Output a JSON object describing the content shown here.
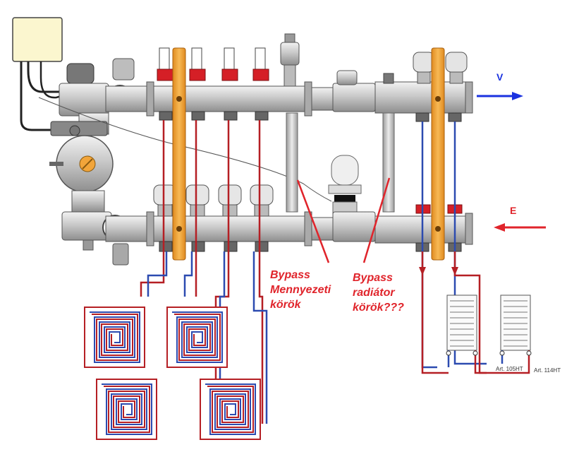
{
  "annotations": {
    "bypass_ceiling": [
      "Bypass",
      "Mennyezeti",
      "körök"
    ],
    "bypass_radiator": [
      "Bypass",
      "radiátor",
      "körök???"
    ]
  },
  "flow_labels": {
    "supply": "V",
    "return": "E"
  },
  "part_labels": {
    "radiator_1": "Art. 105HT",
    "radiator_2": "Art. 114HT"
  },
  "colors": {
    "annotation": "#e0242b",
    "supply_arrow": "#1a32e0",
    "return_arrow": "#e0242b",
    "hot_pipe": "#b51f24",
    "cold_pipe": "#2c4bb0",
    "bracket": "#f2a53a",
    "manifold": "#c8c8c8"
  },
  "icons": [
    "control-box-icon",
    "thermometer-gauge-icon",
    "circulation-pump-icon",
    "air-vent-icon",
    "thermostatic-head-icon",
    "flow-meter-icon"
  ]
}
